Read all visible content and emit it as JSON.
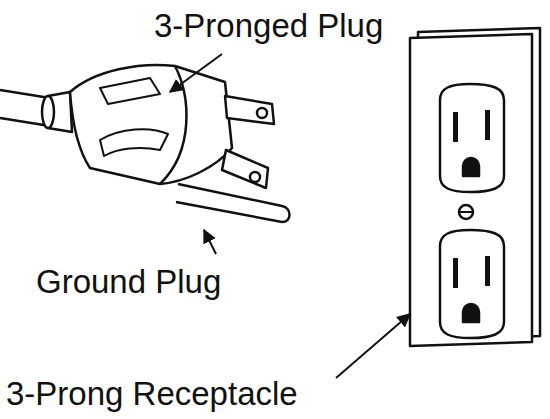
{
  "diagram": {
    "labels": [
      "3-Pronged Plug",
      "Ground Plug",
      "3-Prong Receptacle"
    ]
  }
}
